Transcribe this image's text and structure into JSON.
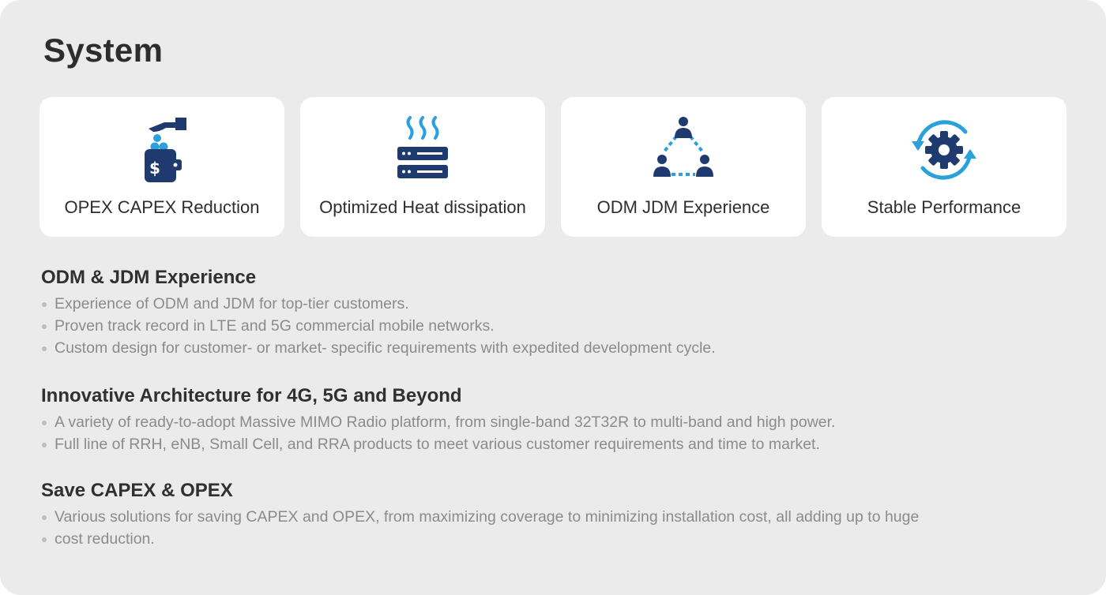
{
  "page": {
    "title": "System"
  },
  "colors": {
    "icon_navy": "#1f3a6e",
    "icon_blue": "#2aa1dd",
    "panel_bg": "#ebebeb",
    "card_bg": "#ffffff"
  },
  "cards": [
    {
      "label": "OPEX CAPEX Reduction",
      "icon": "wallet-coin-hand-icon"
    },
    {
      "label": "Optimized Heat dissipation",
      "icon": "server-heat-icon"
    },
    {
      "label": "ODM JDM Experience",
      "icon": "people-network-icon"
    },
    {
      "label": "Stable Performance",
      "icon": "gear-cycle-icon"
    }
  ],
  "sections": [
    {
      "heading": "ODM & JDM Experience",
      "items": [
        "Experience of ODM and JDM for top-tier customers.",
        "Proven track record in LTE and 5G commercial mobile networks.",
        "Custom design for customer- or market- specific requirements with expedited development cycle."
      ]
    },
    {
      "heading": "Innovative Architecture for 4G, 5G and Beyond",
      "items": [
        "A variety of ready-to-adopt Massive MIMO Radio platform, from single-band 32T32R to multi-band and high power.",
        "Full line of RRH, eNB, Small Cell, and RRA products to meet various customer requirements and time to market."
      ]
    },
    {
      "heading": "Save CAPEX & OPEX",
      "items": [
        "Various solutions for saving CAPEX and OPEX, from maximizing coverage to minimizing installation cost, all adding up to huge",
        "cost reduction."
      ]
    }
  ]
}
